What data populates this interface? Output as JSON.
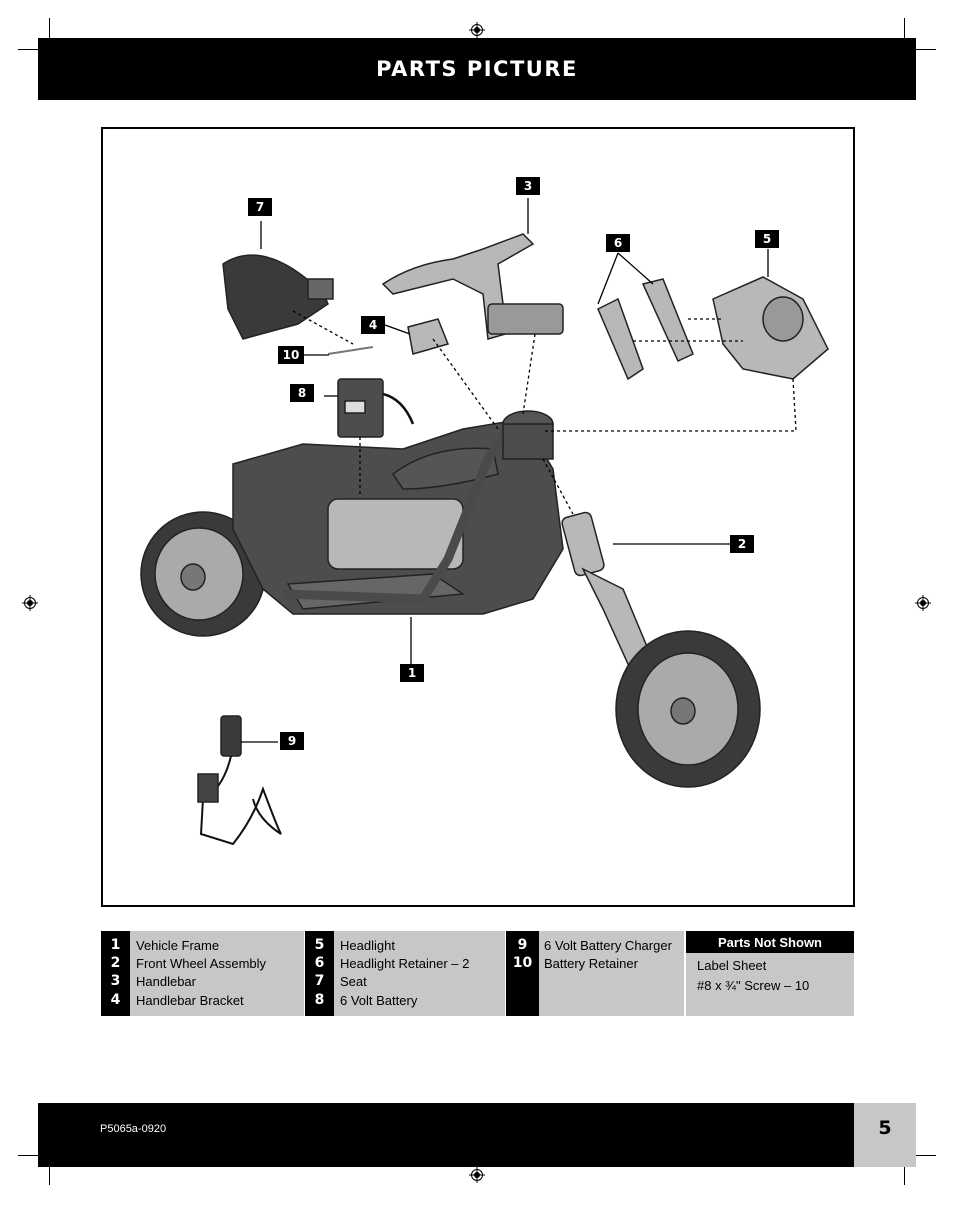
{
  "header": {
    "title": "PARTS PICTURE"
  },
  "figure": {
    "callouts": [
      "1",
      "2",
      "3",
      "4",
      "5",
      "6",
      "7",
      "8",
      "9",
      "10"
    ]
  },
  "parts": [
    {
      "num": "1",
      "name": "Vehicle Frame"
    },
    {
      "num": "2",
      "name": "Front Wheel Assembly"
    },
    {
      "num": "3",
      "name": "Handlebar"
    },
    {
      "num": "4",
      "name": "Handlebar Bracket"
    },
    {
      "num": "5",
      "name": "Headlight"
    },
    {
      "num": "6",
      "name": "Headlight Retainer – 2"
    },
    {
      "num": "7",
      "name": "Seat"
    },
    {
      "num": "8",
      "name": "6 Volt Battery"
    },
    {
      "num": "9",
      "name": "6 Volt Battery Charger"
    },
    {
      "num": "10",
      "name": "Battery Retainer"
    }
  ],
  "parts_not_shown": {
    "title": "Parts Not Shown",
    "items": [
      "Label Sheet",
      "#8 x ¾\" Screw – 10"
    ]
  },
  "footer": {
    "doc_code": "P5065a-0920",
    "page_number": "5"
  },
  "colors": {
    "bar": "#000000",
    "panel": "#c7c7c7",
    "part_fill": "#b5b5b5",
    "part_dark": "#4a4a4a"
  }
}
